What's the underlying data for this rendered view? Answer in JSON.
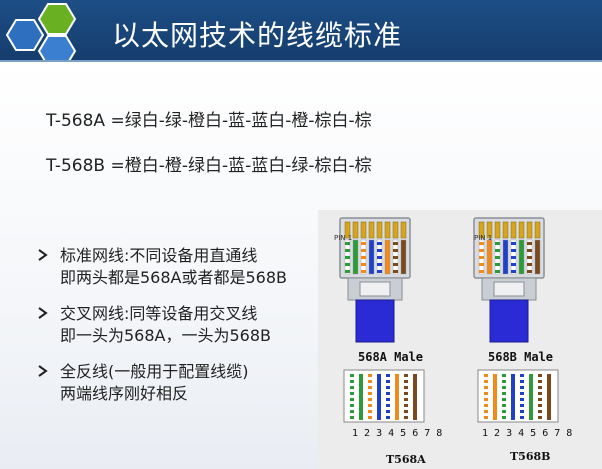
{
  "title": "以太网技术的线缆标准",
  "colors": {
    "title_bg": "#1d4e86",
    "hex_green": "#6ab023",
    "hex_blue": "#2f6fc0",
    "connector_blue": "#2b2bd6"
  },
  "standards": [
    {
      "name": "T-568A",
      "sequence": "=绿白-绿-橙白-蓝-蓝白-橙-棕白-棕"
    },
    {
      "name": "T-568B",
      "sequence": "=橙白-橙-绿白-蓝-蓝白-绿-棕白-棕"
    }
  ],
  "bullets": [
    {
      "lines": [
        "标准网线:不同设备用直通线",
        "即两头都是568A或者都是568B"
      ]
    },
    {
      "lines": [
        "交叉网线:同等设备用交叉线",
        "即一头为568A，一头为568B"
      ]
    },
    {
      "lines": [
        "全反线(一般用于配置线缆)",
        "两端线序刚好相反"
      ]
    }
  ],
  "figure": {
    "pin_label_a": "PIN 1",
    "pin_label_b": "PIN 1",
    "connector_a": "568A Male",
    "connector_b": "568B Male",
    "pins_a": "1 2 3 4 5 6 7 8",
    "pins_b": "1 2 3 4 5 6 7 8",
    "caption_a": "T568A",
    "caption_b": "T568B",
    "wire_colors_a": [
      "green-white",
      "green",
      "orange-white",
      "blue",
      "blue-white",
      "orange",
      "brown-white",
      "brown"
    ],
    "wire_colors_b": [
      "orange-white",
      "orange",
      "green-white",
      "blue",
      "blue-white",
      "green",
      "brown-white",
      "brown"
    ]
  }
}
